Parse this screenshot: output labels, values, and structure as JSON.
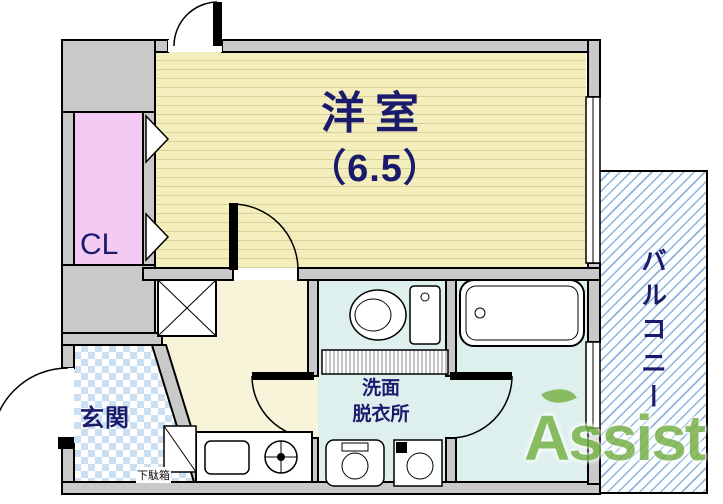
{
  "plan": {
    "rooms": {
      "western": {
        "name": "洋室",
        "size": "（6.5）"
      },
      "closet": {
        "name": "CL"
      },
      "entrance": {
        "name": "玄関"
      },
      "washroom": {
        "name1": "洗面",
        "name2": "脱衣所"
      },
      "balcony": {
        "name": "バルコニー"
      },
      "shoebox": {
        "name": "下駄箱"
      }
    },
    "watermark": "Assist",
    "fixtures": [
      "toilet-icon",
      "bathtub-icon",
      "kitchen-sink-icon",
      "stove-burner-icon",
      "washbasin-icon",
      "washer-pan-icon",
      "x-box-icon",
      "shoe-box",
      "closet-folding-doors",
      "door-swing-arcs",
      "windows"
    ],
    "colors": {
      "wall": "#c9c9c9",
      "room_fill": "#f3eebb",
      "room_stripe": "#d9d19b",
      "kitchen_fill": "#f7f4d9",
      "closet_fill": "#f4c9f2",
      "entrance_tile": "#cbdff2",
      "wet_fill": "#def0ee",
      "balcony_line": "#8fb3da",
      "label_navy": "#1b1b6e",
      "watermark_green": "#79b34a"
    }
  }
}
